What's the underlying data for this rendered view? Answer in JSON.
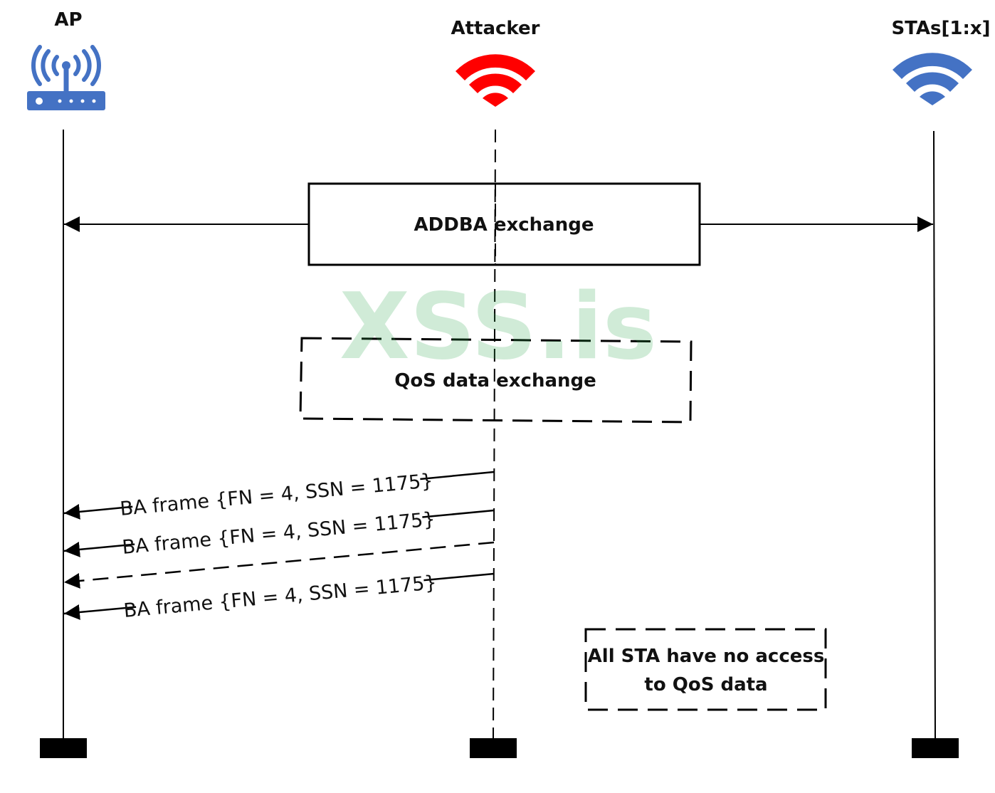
{
  "participants": {
    "ap": {
      "name": "AP",
      "icon": "wifi-router-icon",
      "color": "#4472c4"
    },
    "attacker": {
      "name": "Attacker",
      "icon": "wifi-signal-icon",
      "color": "#ff0000"
    },
    "stas": {
      "name": "STAs[1:x]",
      "icon": "wifi-signal-icon",
      "color": "#4472c4"
    }
  },
  "boxes": {
    "addba": "ADDBA exchange",
    "qos": "QoS data exchange",
    "note_line1": "All STA have no access",
    "note_line2": "to QoS data"
  },
  "messages": [
    {
      "label": "BA frame {FN = 4, SSN = 1175}"
    },
    {
      "label": "BA frame {FN = 4, SSN = 1175}"
    },
    {
      "label": ""
    },
    {
      "label": "BA frame {FN = 4, SSN = 1175}"
    }
  ],
  "watermark": "XSS.is"
}
